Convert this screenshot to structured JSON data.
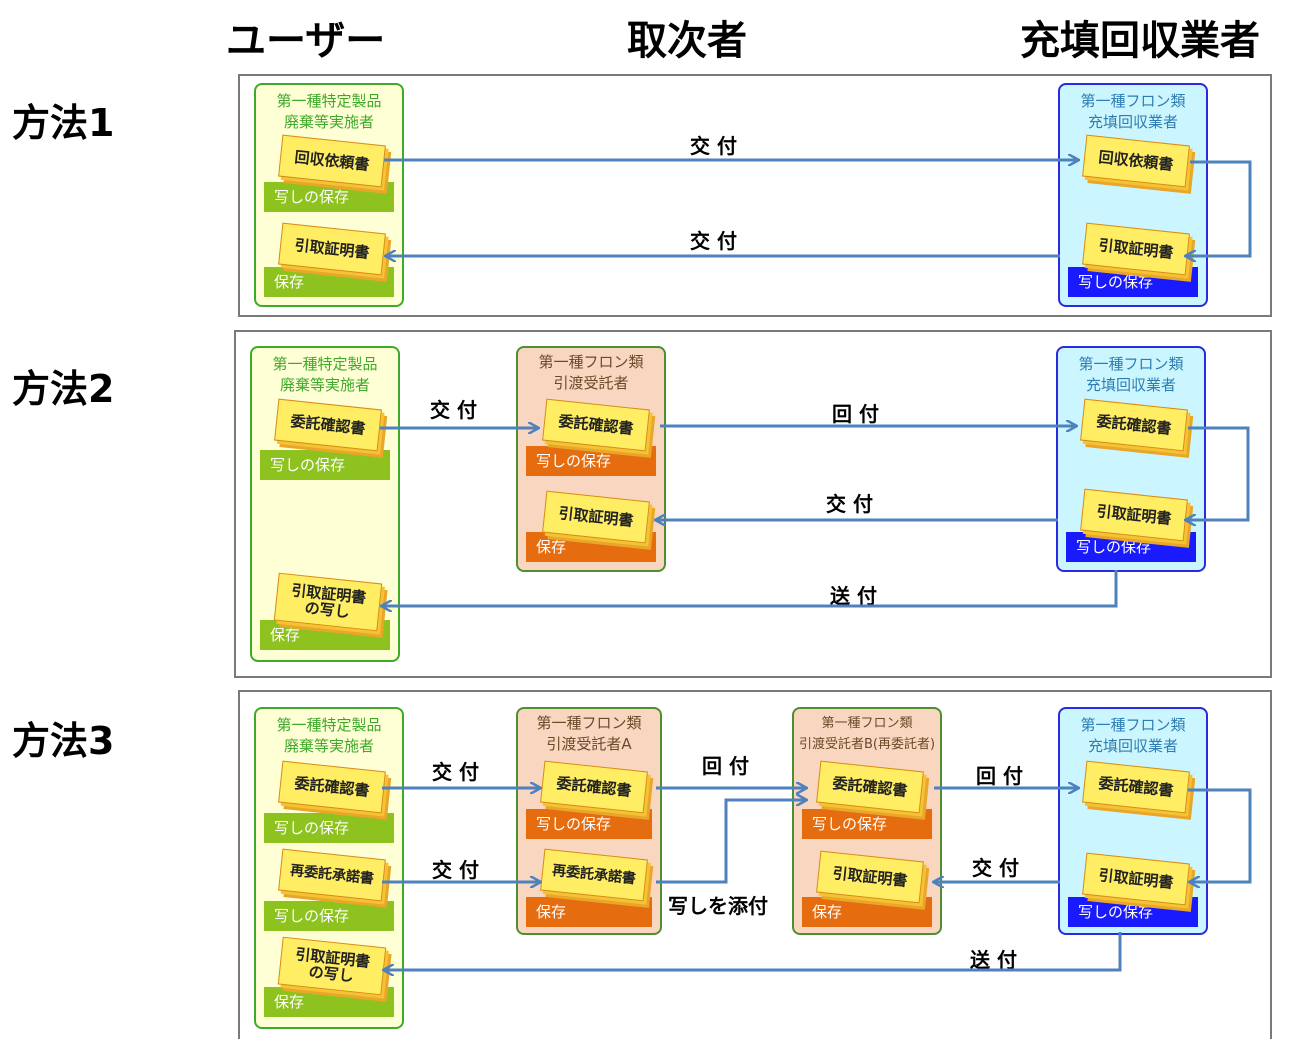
{
  "headers": {
    "user": "ユーザー",
    "agent": "取次者",
    "operator": "充填回収業者"
  },
  "methods": [
    {
      "label": "方法1",
      "user": {
        "title": "第一種特定製品\n廃棄等実施者",
        "docs": [
          "回収依頼書",
          "引取証明書"
        ],
        "bars": [
          "写しの保存",
          "保存"
        ]
      },
      "operator": {
        "title": "第一種フロン類\n充填回収業者",
        "docs": [
          "回収依頼書",
          "引取証明書"
        ],
        "bar": "写しの保存"
      },
      "flows": [
        "交 付",
        "交 付"
      ]
    },
    {
      "label": "方法2",
      "user": {
        "title": "第一種特定製品\n廃棄等実施者",
        "docs": [
          "委託確認書",
          "引取証明書\nの写し"
        ],
        "bars": [
          "写しの保存",
          "保存"
        ]
      },
      "agent": {
        "title": "第一種フロン類\n引渡受託者",
        "docs": [
          "委託確認書",
          "引取証明書"
        ],
        "bars": [
          "写しの保存",
          "保存"
        ]
      },
      "operator": {
        "title": "第一種フロン類\n充填回収業者",
        "docs": [
          "委託確認書",
          "引取証明書"
        ],
        "bar": "写しの保存"
      },
      "flows": [
        "交 付",
        "回 付",
        "交 付",
        "送 付"
      ]
    },
    {
      "label": "方法3",
      "user": {
        "title": "第一種特定製品\n廃棄等実施者",
        "docs": [
          "委託確認書",
          "再委託承諾書",
          "引取証明書\nの写し"
        ],
        "bars": [
          "写しの保存",
          "写しの保存",
          "保存"
        ]
      },
      "agentA": {
        "title": "第一種フロン類\n引渡受託者A",
        "docs": [
          "委託確認書",
          "再委託承諾書"
        ],
        "bars": [
          "写しの保存",
          "保存"
        ]
      },
      "agentB": {
        "title": "第一種フロン類\n引渡受託者B(再委託者)",
        "docs": [
          "委託確認書",
          "引取証明書"
        ],
        "bars": [
          "写しの保存",
          "保存"
        ]
      },
      "operator": {
        "title": "第一種フロン類\n充填回収業者",
        "docs": [
          "委託確認書",
          "引取証明書"
        ],
        "bar": "写しの保存"
      },
      "flows": [
        "交 付",
        "交 付",
        "回 付",
        "写しを添付",
        "回 付",
        "交 付",
        "送 付"
      ]
    }
  ],
  "colors": {
    "arrow": "#4f81bd",
    "green_bar": "#8dc21f",
    "orange_bar": "#e66c10",
    "blue_bar": "#1a1aff"
  }
}
